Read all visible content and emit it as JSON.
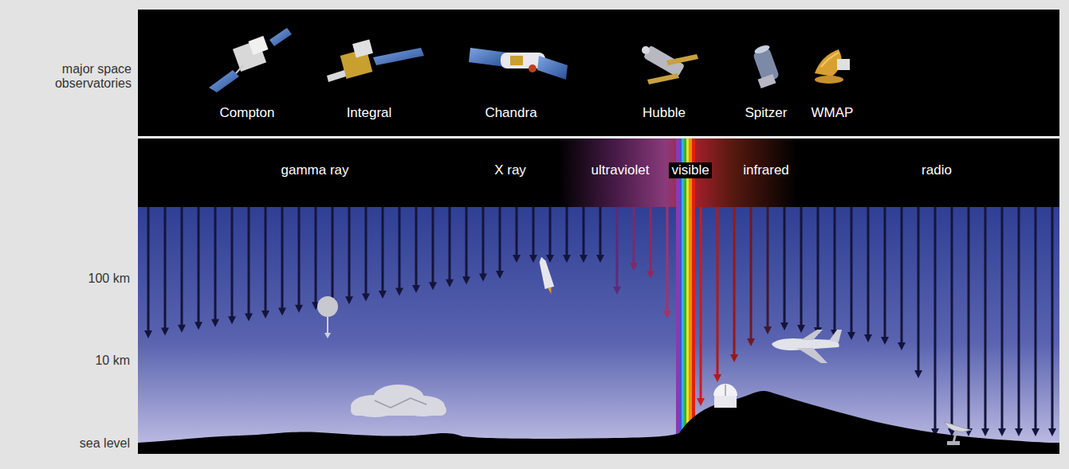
{
  "diagram": {
    "labels": [
      "major space observatories",
      "Compton",
      "Integral",
      "Chandra",
      "Hubble",
      "Spitzer",
      "WMAP",
      "gamma ray",
      "X ray",
      "ultraviolet",
      "visible",
      "infrared",
      "radio",
      "100 km",
      "10 km",
      "sea level"
    ]
  }
}
